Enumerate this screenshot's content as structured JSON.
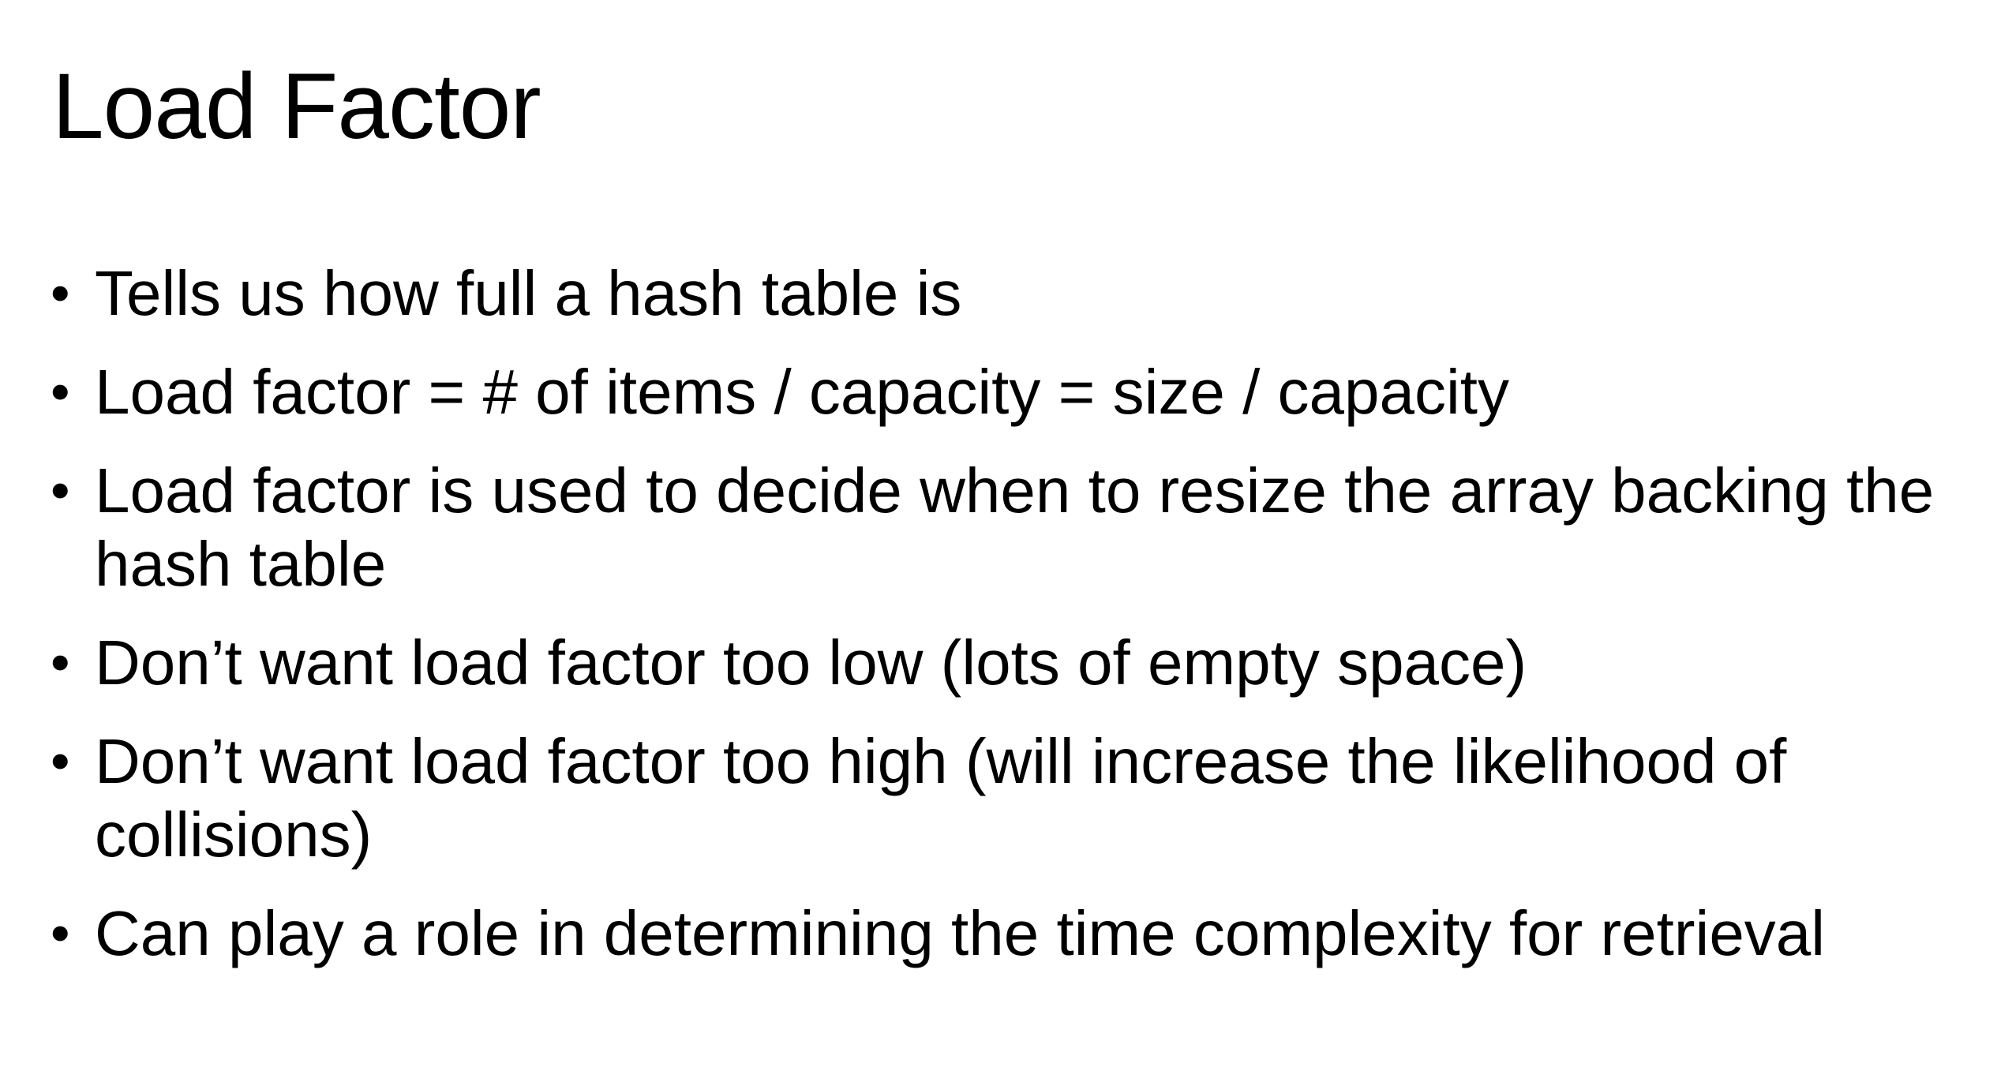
{
  "slide": {
    "title": "Load Factor",
    "bullet_glyph": "•",
    "bullets": [
      "Tells us how full a hash table is",
      "Load factor = # of items / capacity = size / capacity",
      "Load factor is used to decide when to resize the array backing the hash table",
      "Don’t want load factor too low (lots of empty space)",
      "Don’t want load factor too high (will increase the likelihood of collisions)",
      "Can play a role in determining the time complexity for retrieval"
    ]
  }
}
